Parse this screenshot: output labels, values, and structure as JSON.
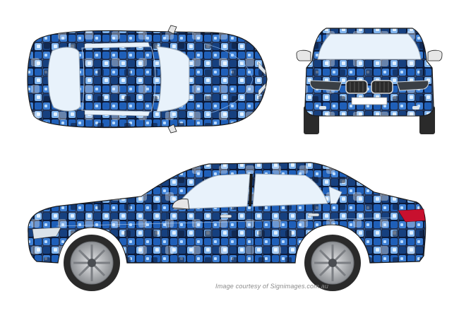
{
  "credit": "Image courtesy of Signimages.com.au",
  "colors": {
    "wrap_base": "#0b1a3a",
    "wrap_blue": "#1f5fb8",
    "wrap_light": "#7fb4ee",
    "wrap_glow": "#e3f1ff",
    "glass": "#e8f2fb",
    "glass_edge": "#9aa7b4",
    "tyre": "#2a2a2a",
    "rim": "#b9bcc0",
    "taillight": "#c8102e",
    "outline": "#1a1a1a"
  },
  "views": {
    "top": "top-view",
    "front": "front-view",
    "side": "side-view"
  }
}
